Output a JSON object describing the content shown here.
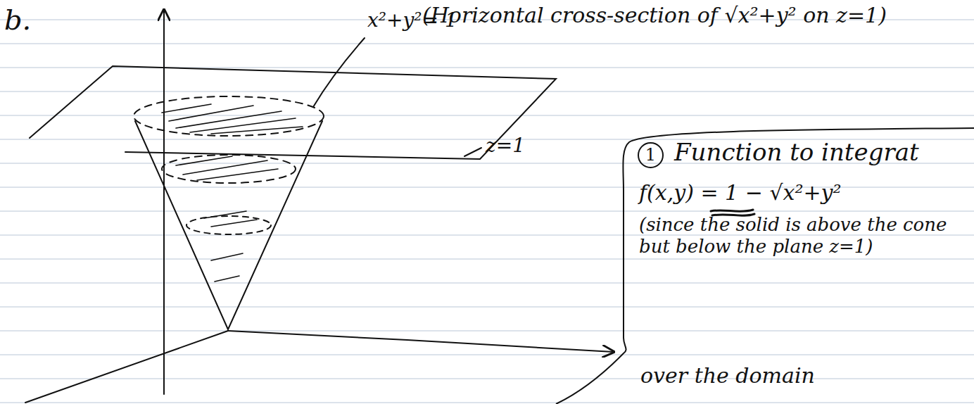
{
  "diagram": {
    "nodes": [
      {
        "text": [
          "1",
          "Function to integrat",
          "f(x,y) = 1 − √x²+y²",
          "(since the solid is above the cone but below the plane z=1)",
          "over the domain"
        ]
      }
    ],
    "edges": [],
    "labels": [
      "b.",
      "x²+y²= 1",
      "(Horizontal cross-section of √x²+y² on z=1)",
      "z=1"
    ]
  }
}
